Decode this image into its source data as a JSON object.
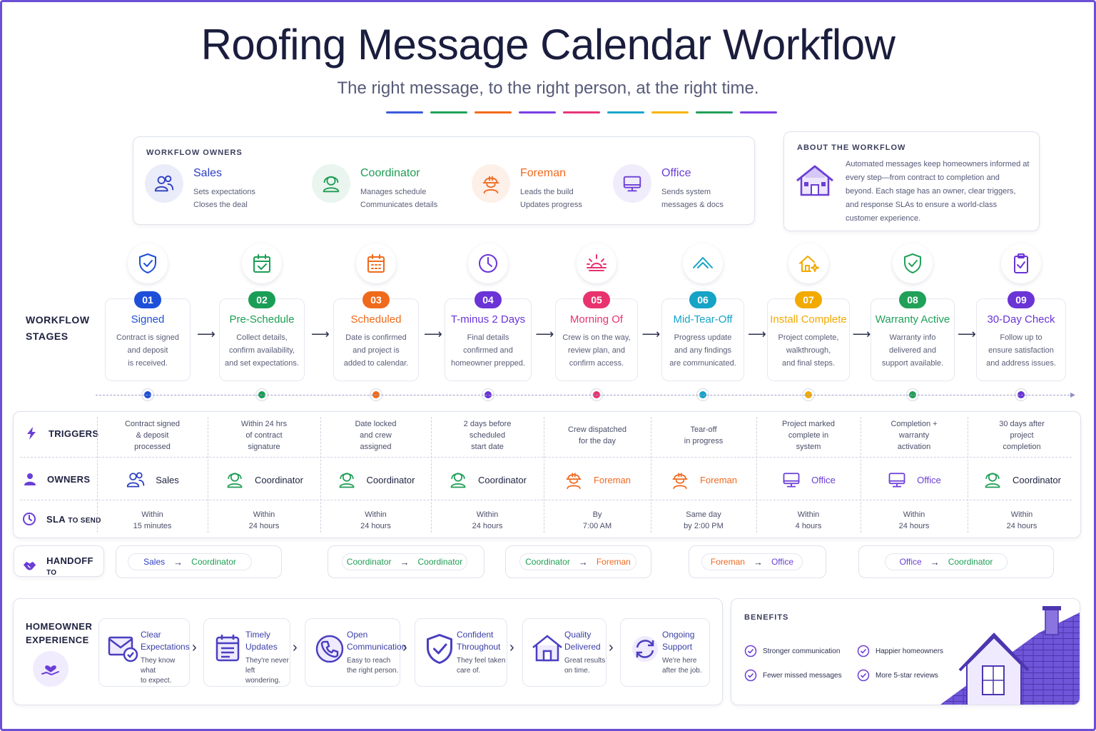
{
  "header": {
    "title": "Roofing Message Calendar Workflow",
    "subtitle": "The right message, to the right person, at the right time.",
    "dash_colors": [
      "#3b5bdb",
      "#1fa35b",
      "#f36a1d",
      "#7b3fe4",
      "#e8357a",
      "#1aa6c9",
      "#f5b400",
      "#22a05a",
      "#7b3fe4"
    ]
  },
  "owners_panel": {
    "caption": "WORKFLOW OWNERS",
    "owners": [
      {
        "name": "Sales",
        "line1": "Sets expectations",
        "line2": "Closes the deal",
        "color": "#2d3fc2",
        "icon": "users-icon"
      },
      {
        "name": "Coordinator",
        "line1": "Manages schedule",
        "line2": "Communicates details",
        "color": "#1f9d55",
        "icon": "headset-icon"
      },
      {
        "name": "Foreman",
        "line1": "Leads the build",
        "line2": "Updates progress",
        "color": "#ef6a1f",
        "icon": "hardhat-icon"
      },
      {
        "name": "Office",
        "line1": "Sends system",
        "line2": "messages & docs",
        "color": "#6b3fd6",
        "icon": "monitor-icon"
      }
    ]
  },
  "about": {
    "caption": "ABOUT THE WORKFLOW",
    "text": "Automated messages keep homeowners informed at every step—from contract to completion and beyond. Each stage has an owner, clear triggers, and response SLAs to ensure a world-class customer experience."
  },
  "stages_label": {
    "line1": "WORKFLOW",
    "line2": "STAGES"
  },
  "stages": [
    {
      "num": "01",
      "title": "Signed",
      "d1": "Contract is signed",
      "d2": "and deposit",
      "d3": "is received.",
      "color": "#1e4fd8",
      "icon": "shield-check-icon"
    },
    {
      "num": "02",
      "title": "Pre-Schedule",
      "d1": "Collect details,",
      "d2": "confirm availability,",
      "d3": "and set expectations.",
      "color": "#1a9e55",
      "icon": "calendar-check-icon"
    },
    {
      "num": "03",
      "title": "Scheduled",
      "d1": "Date is confirmed",
      "d2": "and project is",
      "d3": "added to calendar.",
      "color": "#f06a1c",
      "icon": "calendar-grid-icon"
    },
    {
      "num": "04",
      "title": "T-minus 2 Days",
      "d1": "Final details",
      "d2": "confirmed and",
      "d3": "homeowner prepped.",
      "color": "#6a34d6",
      "icon": "clock-icon"
    },
    {
      "num": "05",
      "title": "Morning Of",
      "d1": "Crew is on the way,",
      "d2": "review plan, and",
      "d3": "confirm access.",
      "color": "#e8336f",
      "icon": "sunrise-icon"
    },
    {
      "num": "06",
      "title": "Mid-Tear-Off",
      "d1": "Progress update",
      "d2": "and any findings",
      "d3": "are communicated.",
      "color": "#15a3c6",
      "icon": "roof-icon"
    },
    {
      "num": "07",
      "title": "Install Complete",
      "d1": "Project complete,",
      "d2": "walkthrough,",
      "d3": "and final steps.",
      "color": "#f2a900",
      "icon": "house-sparkle-icon"
    },
    {
      "num": "08",
      "title": "Warranty Active",
      "d1": "Warranty info",
      "d2": "delivered and",
      "d3": "support available.",
      "color": "#20a058",
      "icon": "shield-check-icon"
    },
    {
      "num": "09",
      "title": "30-Day Check",
      "d1": "Follow up to",
      "d2": "ensure satisfaction",
      "d3": "and address issues.",
      "color": "#6a34d6",
      "icon": "clipboard-check-icon"
    }
  ],
  "rows": {
    "triggers_label": "TRIGGERS",
    "owners_label": "OWNERS",
    "sla_label_main": "SLA",
    "sla_label_small": "TO SEND",
    "triggers": [
      [
        "Contract signed",
        "& deposit",
        "processed"
      ],
      [
        "Within 24 hrs",
        "of contract",
        "signature"
      ],
      [
        "Date locked",
        "and crew",
        "assigned"
      ],
      [
        "2 days before",
        "scheduled",
        "start date"
      ],
      [
        "Crew dispatched",
        "for the day",
        ""
      ],
      [
        "Tear-off",
        "in progress",
        ""
      ],
      [
        "Project marked",
        "complete in",
        "system"
      ],
      [
        "Completion +",
        "warranty",
        "activation"
      ],
      [
        "30 days after",
        "project",
        "completion"
      ]
    ],
    "owners": [
      {
        "name": "Sales",
        "color": "#2d3fc2",
        "icon": "users-icon"
      },
      {
        "name": "Coordinator",
        "color": "#1f9d55",
        "icon": "headset-icon"
      },
      {
        "name": "Coordinator",
        "color": "#1f9d55",
        "icon": "headset-icon"
      },
      {
        "name": "Coordinator",
        "color": "#1f9d55",
        "icon": "headset-icon"
      },
      {
        "name": "Foreman",
        "color": "#ef6a1f",
        "icon": "hardhat-icon"
      },
      {
        "name": "Foreman",
        "color": "#ef6a1f",
        "icon": "hardhat-icon"
      },
      {
        "name": "Office",
        "color": "#6b3fd6",
        "icon": "monitor-icon"
      },
      {
        "name": "Office",
        "color": "#6b3fd6",
        "icon": "monitor-icon"
      },
      {
        "name": "Coordinator",
        "color": "#1f9d55",
        "icon": "headset-icon"
      }
    ],
    "sla": [
      [
        "Within",
        "15 minutes"
      ],
      [
        "Within",
        "24 hours"
      ],
      [
        "Within",
        "24 hours"
      ],
      [
        "Within",
        "24 hours"
      ],
      [
        "By",
        "7:00 AM"
      ],
      [
        "Same day",
        "by 2:00 PM"
      ],
      [
        "Within",
        "4 hours"
      ],
      [
        "Within",
        "24 hours"
      ],
      [
        "Within",
        "24 hours"
      ]
    ]
  },
  "handoff": {
    "label_main": "HANDOFF",
    "label_small": "TO",
    "pairs": [
      {
        "from": "Sales",
        "to": "Coordinator",
        "from_color": "#2d3fc2",
        "to_color": "#1f9d55"
      },
      {
        "from": "Coordinator",
        "to": "Coordinator",
        "from_color": "#1f9d55",
        "to_color": "#1f9d55"
      },
      {
        "from": "Coordinator",
        "to": "Foreman",
        "from_color": "#1f9d55",
        "to_color": "#ef6a1f"
      },
      {
        "from": "Foreman",
        "to": "Office",
        "from_color": "#ef6a1f",
        "to_color": "#6b3fd6"
      },
      {
        "from": "Office",
        "to": "Coordinator",
        "from_color": "#6b3fd6",
        "to_color": "#1f9d55"
      }
    ]
  },
  "experience": {
    "label1": "HOMEOWNER",
    "label2": "EXPERIENCE",
    "items": [
      {
        "t1": "Clear",
        "t2": "Expectations",
        "d1": "They know what",
        "d2": "to expect.",
        "icon": "envelope-check-icon"
      },
      {
        "t1": "Timely",
        "t2": "Updates",
        "d1": "They're never",
        "d2": "left wondering.",
        "icon": "calendar-list-icon"
      },
      {
        "t1": "Open",
        "t2": "Communication",
        "d1": "Easy to reach",
        "d2": "the right person.",
        "icon": "phone-icon"
      },
      {
        "t1": "Confident",
        "t2": "Throughout",
        "d1": "They feel taken",
        "d2": "care of.",
        "icon": "shield-check-icon"
      },
      {
        "t1": "Quality",
        "t2": "Delivered",
        "d1": "Great results",
        "d2": "on time.",
        "icon": "house-icon"
      },
      {
        "t1": "Ongoing",
        "t2": "Support",
        "d1": "We're here",
        "d2": "after the job.",
        "icon": "refresh-icon"
      }
    ]
  },
  "benefits": {
    "caption": "BENEFITS",
    "items": [
      "Stronger communication",
      "Happier homeowners",
      "Fewer missed messages",
      "More 5-star reviews"
    ]
  }
}
